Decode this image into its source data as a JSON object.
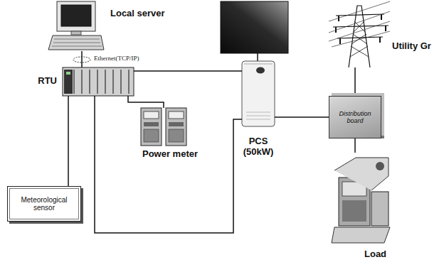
{
  "diagram": {
    "nodes": [
      {
        "text": [
          "Local server"
        ]
      },
      {
        "text": [
          "RTU"
        ]
      },
      {
        "text": [
          "Power meter"
        ]
      },
      {
        "text": [
          "Meteorological sensor"
        ]
      },
      {
        "text": [
          "PCS (50kW)"
        ]
      },
      {
        "text": [
          "Utility Gr"
        ]
      },
      {
        "text": [
          "Distribution board"
        ]
      },
      {
        "text": [
          "Load"
        ]
      }
    ],
    "edges": [
      {
        "from": 0,
        "to": 1,
        "arrow": "none",
        "label": "Ethernet(TCP/IP)"
      },
      {
        "from": 1,
        "to": 4,
        "arrow": "none"
      },
      {
        "from": 1,
        "to": 2,
        "arrow": "none"
      },
      {
        "from": 1,
        "to": 3,
        "arrow": "none"
      },
      {
        "from": 1,
        "to": 4,
        "arrow": "none"
      },
      {
        "from": 4,
        "to": 6,
        "arrow": "none"
      },
      {
        "from": 6,
        "to": 5,
        "arrow": "none"
      },
      {
        "from": 6,
        "to": 7,
        "arrow": "none"
      }
    ]
  }
}
